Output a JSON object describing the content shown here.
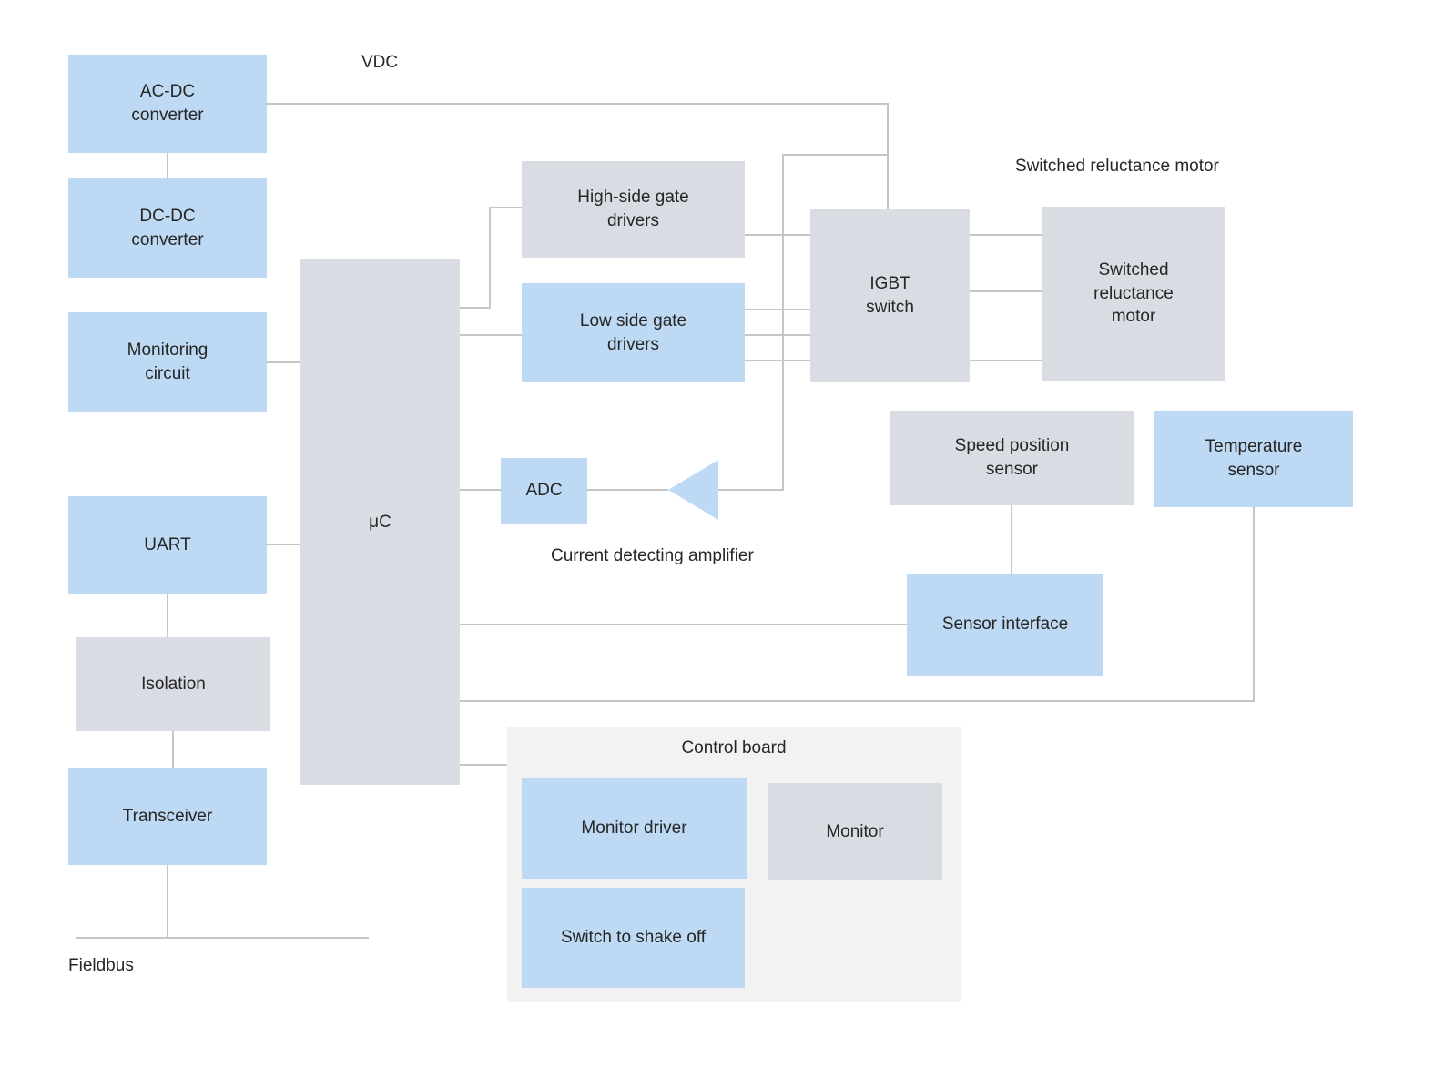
{
  "colors": {
    "node_blue": "#bdd9f3",
    "node_gray": "#d9dde3",
    "control_board_bg": "#f2f2f2",
    "connector_line": "#c6c6c6",
    "text": "#262626"
  },
  "captions": {
    "vdc": "VDC",
    "switched_reluctance_motor": "Switched reluctance motor",
    "current_detecting_amplifier": "Current detecting amplifier",
    "fieldbus": "Fieldbus",
    "control_board": "Control board"
  },
  "nodes": {
    "acdc": "AC-DC converter",
    "dcdc": "DC-DC converter",
    "monitoring": "Monitoring circuit",
    "uart": "UART",
    "isolation": "Isolation",
    "transceiver": "Transceiver",
    "microcontroller": "μC",
    "high_side": "High-side gate drivers",
    "low_side": "Low side gate drivers",
    "adc": "ADC",
    "igbt": "IGBT switch",
    "srm": "Switched reluctance motor",
    "speed_sensor": "Speed position sensor",
    "temp_sensor": "Temperature sensor",
    "sensor_interface": "Sensor interface",
    "monitor_driver": "Monitor driver",
    "monitor": "Monitor",
    "shake_off": "Switch to shake off"
  }
}
